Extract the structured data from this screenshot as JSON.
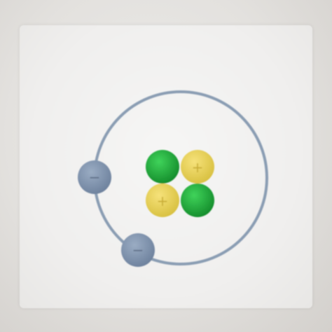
{
  "atom": {
    "electrons": [
      {
        "charge_symbol": "−",
        "color": "#7f93ad"
      },
      {
        "charge_symbol": "−",
        "color": "#7f93ad"
      }
    ],
    "nucleus": [
      {
        "type": "neutron",
        "color": "#1fae3a"
      },
      {
        "type": "proton",
        "charge_symbol": "+",
        "color": "#e8d45a"
      },
      {
        "type": "proton",
        "charge_symbol": "+",
        "color": "#e8d45a"
      },
      {
        "type": "neutron",
        "color": "#1fae3a"
      }
    ],
    "orbit_color": "#8a9db3"
  }
}
